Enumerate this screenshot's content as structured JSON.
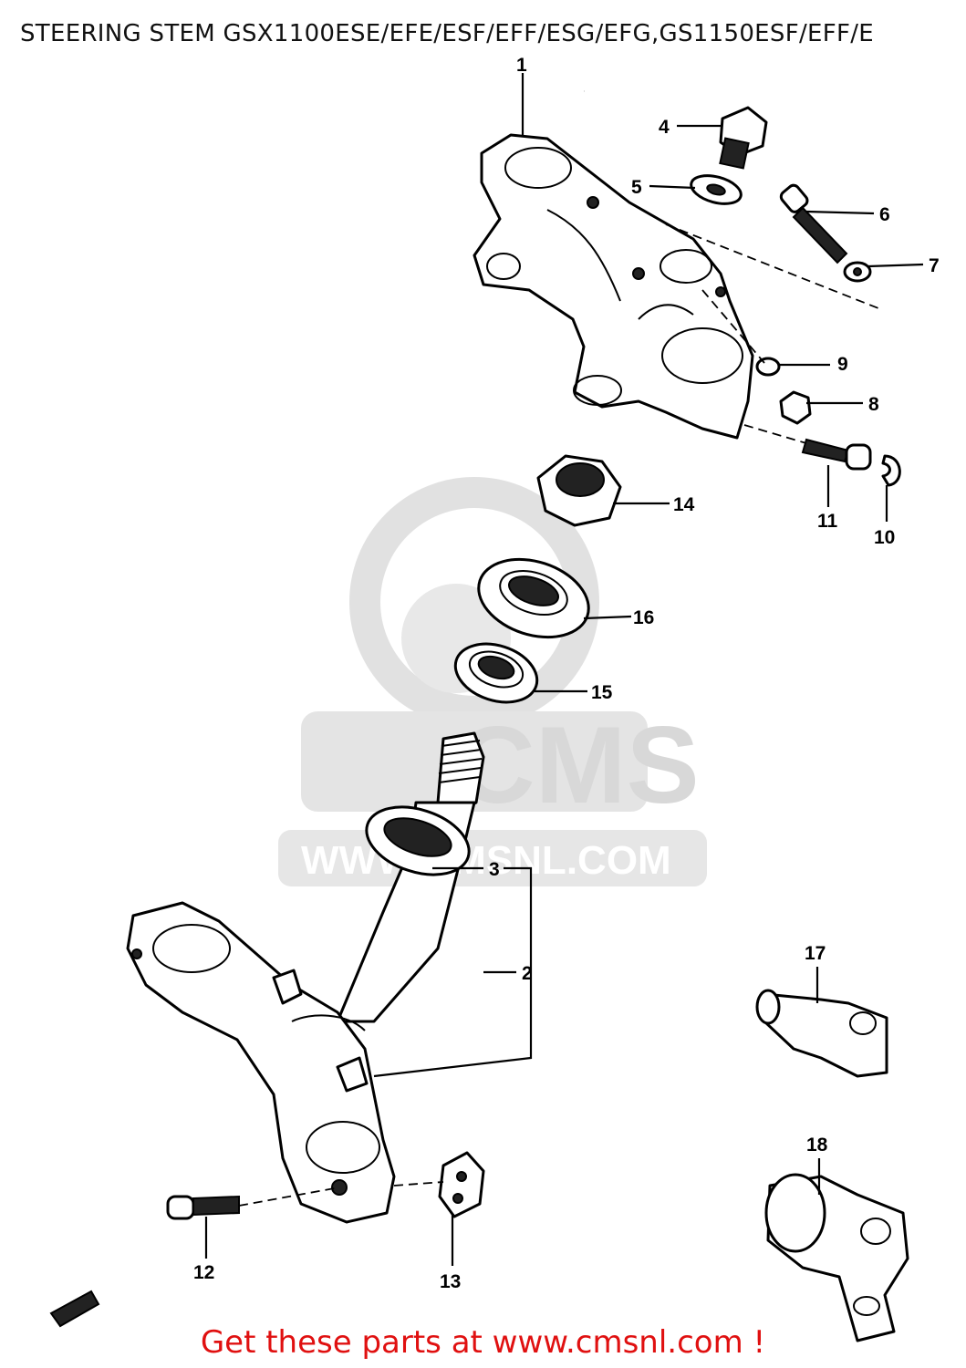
{
  "header": {
    "title": "STEERING STEM GSX1100ESE/EFE/ESF/EFF/ESG/EFG,GS1150ESF/EFF/E"
  },
  "parts": {
    "p1": "1",
    "p2": "2",
    "p3": "3",
    "p4": "4",
    "p5": "5",
    "p6": "6",
    "p7": "7",
    "p8": "8",
    "p9": "9",
    "p10": "10",
    "p11": "11",
    "p12": "12",
    "p13": "13",
    "p14": "14",
    "p15": "15",
    "p16": "16",
    "p17": "17",
    "p18": "18"
  },
  "watermark": {
    "brand": "CMS",
    "url": "WWW.CMSNL.COM"
  },
  "footer": {
    "cta": "Get these parts at www.cmsnl.com !"
  }
}
